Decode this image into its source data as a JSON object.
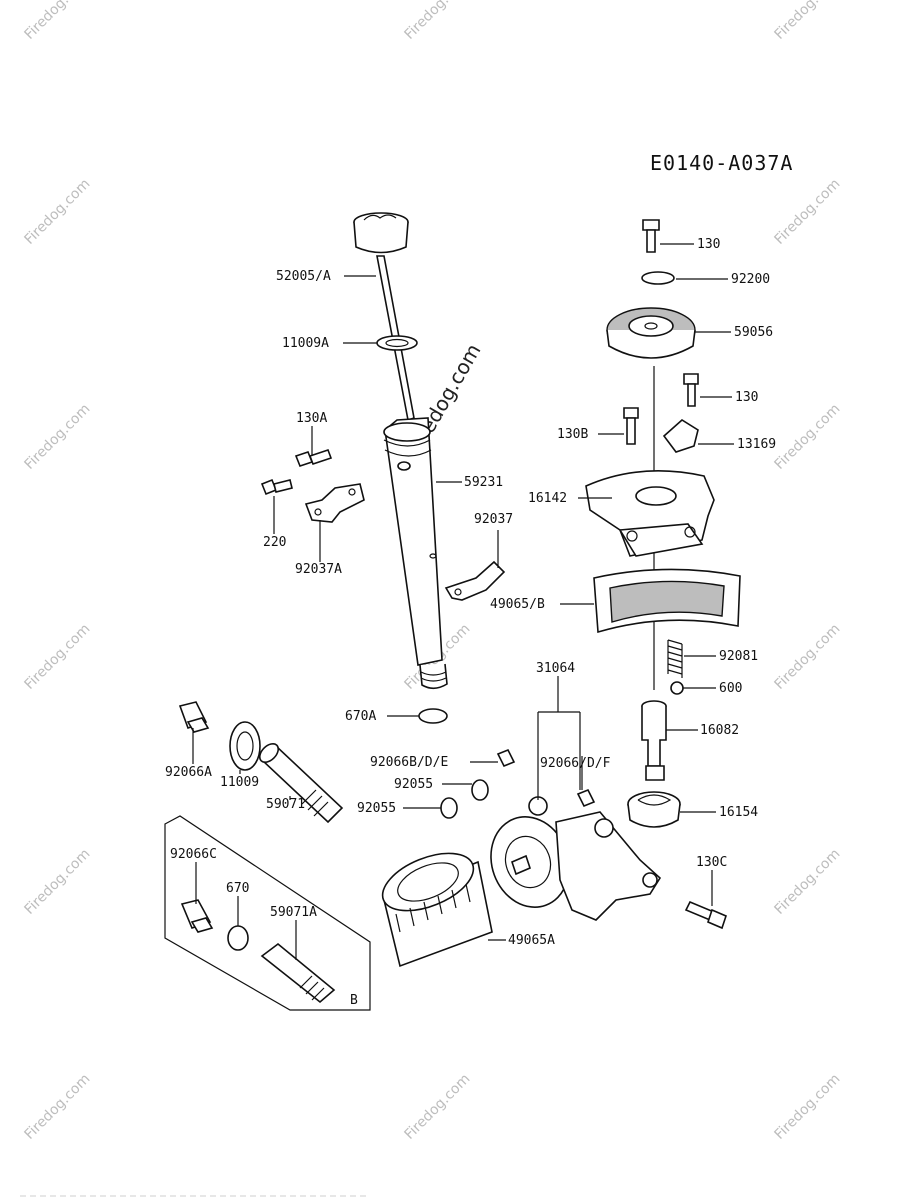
{
  "diagram_code": "E0140-A037A",
  "watermark": "Firedog.com",
  "box_label": "B",
  "part_labels": [
    {
      "id": "52005/A"
    },
    {
      "id": "11009A"
    },
    {
      "id": "130A"
    },
    {
      "id": "220"
    },
    {
      "id": "92037A"
    },
    {
      "id": "59231"
    },
    {
      "id": "92037"
    },
    {
      "id": "670A"
    },
    {
      "id": "92066A"
    },
    {
      "id": "11009"
    },
    {
      "id": "59071"
    },
    {
      "id": "92066C"
    },
    {
      "id": "670"
    },
    {
      "id": "59071A"
    },
    {
      "id": "92066B/D/E"
    },
    {
      "id": "92055"
    },
    {
      "id": "92055"
    },
    {
      "id": "31064"
    },
    {
      "id": "92066/D/F"
    },
    {
      "id": "49065A"
    },
    {
      "id": "130"
    },
    {
      "id": "92200"
    },
    {
      "id": "59056"
    },
    {
      "id": "130"
    },
    {
      "id": "130B"
    },
    {
      "id": "13169"
    },
    {
      "id": "16142"
    },
    {
      "id": "49065/B"
    },
    {
      "id": "92081"
    },
    {
      "id": "600"
    },
    {
      "id": "16082"
    },
    {
      "id": "16154"
    },
    {
      "id": "130C"
    }
  ]
}
